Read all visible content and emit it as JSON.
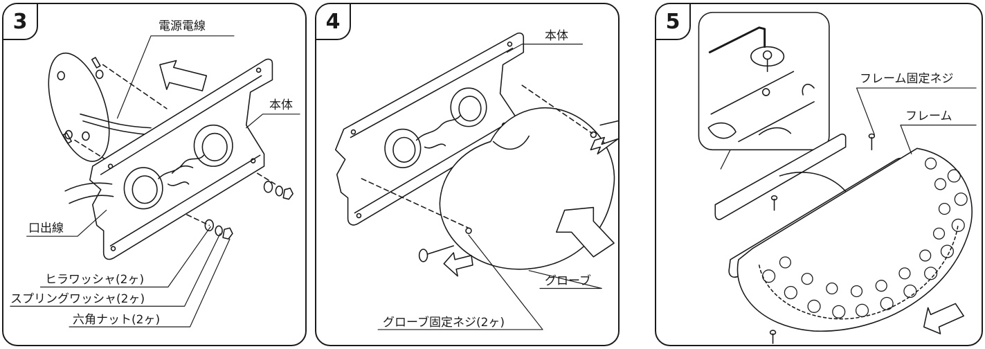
{
  "panels": [
    {
      "step": "3",
      "labels": {
        "power_wire": "電源電線",
        "body": "本体",
        "lead_wire": "口出線",
        "flat_washer": "ヒラワッシャ(2ヶ)",
        "spring_washer": "スプリングワッシャ(2ヶ)",
        "hex_nut": "六角ナット(2ヶ)"
      }
    },
    {
      "step": "4",
      "labels": {
        "body": "本体",
        "globe": "グローブ",
        "globe_screw": "グローブ固定ネジ(2ヶ)"
      }
    },
    {
      "step": "5",
      "labels": {
        "frame_screw": "フレーム固定ネジ",
        "frame": "フレーム"
      }
    }
  ]
}
